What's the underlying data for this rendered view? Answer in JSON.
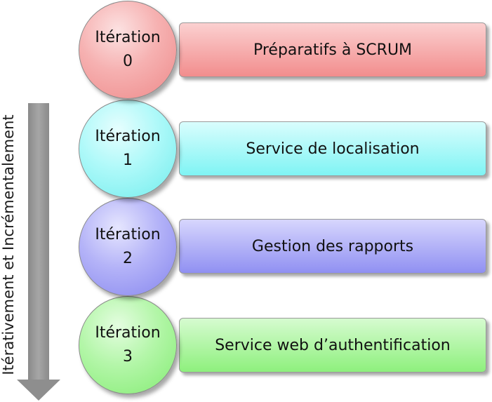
{
  "side_label": "Itérativement et Incrémentalement",
  "iterations": [
    {
      "label": "Itération",
      "number": "0",
      "title": "Préparatifs à SCRUM",
      "color": "#f28d8d"
    },
    {
      "label": "Itération",
      "number": "1",
      "title": "Service de localisation",
      "color": "#7ff4f4"
    },
    {
      "label": "Itération",
      "number": "2",
      "title": "Gestion des rapports",
      "color": "#9090f2"
    },
    {
      "label": "Itération",
      "number": "3",
      "title": "Service web d’authentification",
      "color": "#8ef07d"
    }
  ]
}
